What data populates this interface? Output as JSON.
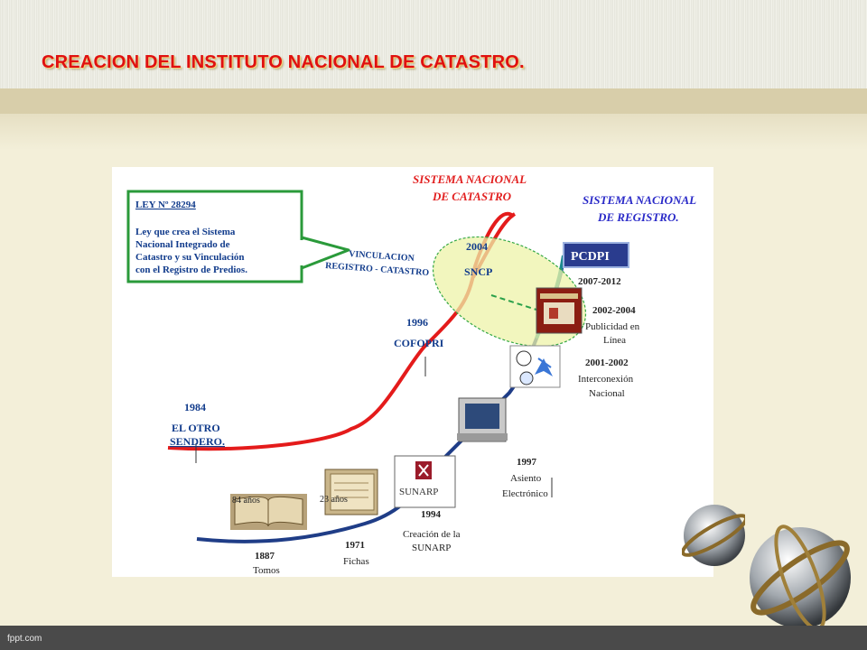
{
  "slide": {
    "title": "CREACION DEL INSTITUTO NACIONAL DE CATASTRO.",
    "footer": "fppt.com"
  },
  "diagram": {
    "heading_catastro": [
      "SISTEMA NACIONAL",
      "DE CATASTRO"
    ],
    "heading_registro": [
      "SISTEMA NACIONAL",
      "DE  REGISTRO."
    ],
    "law_box": {
      "title": "LEY Nº 28294",
      "lines": [
        "Ley  que  crea  el  Sistema",
        "Nacional    Integrado   de",
        "Catastro  y  su  Vinculación",
        "con el Registro de Predios."
      ]
    },
    "vinculacion": [
      "VINCULACION",
      "REGISTRO  - CATASTRO"
    ],
    "catastro_events": [
      {
        "year": "1984",
        "label": [
          "EL  OTRO",
          "SENDERO."
        ]
      },
      {
        "year": "1996",
        "label": [
          "COFOPRI"
        ]
      },
      {
        "year": "2004",
        "label": [
          "SNCP"
        ]
      }
    ],
    "registro_events": [
      {
        "year": "1887",
        "label": [
          "Tomos"
        ]
      },
      {
        "year": "1971",
        "label": [
          "Fichas"
        ]
      },
      {
        "year": "1994",
        "label": [
          "Creación de la",
          "SUNARP"
        ]
      },
      {
        "year": "1997",
        "label": [
          "Asiento",
          "Electrónico"
        ]
      },
      {
        "year": "2001-2002",
        "label": [
          "Interconexión",
          "Nacional"
        ]
      },
      {
        "year": "2002-2004",
        "label": [
          "Publicidad en",
          "Línea"
        ]
      },
      {
        "year": "2007-2012",
        "label": []
      }
    ],
    "durations": [
      "84 años",
      "23 años"
    ],
    "pcdpi": "PCDPI",
    "sunarp_logo": "SUNARP",
    "colors": {
      "catastro_line": "#e41b1b",
      "registro_line": "#1f3d87",
      "registro_line_end": "#1d8a8f",
      "law_box_border": "#2a9a3a",
      "heading_red": "#e22020",
      "heading_blue": "#2a2ac8",
      "ellipse_fill": "#eef3a8",
      "ellipse_stroke": "#35a845"
    }
  }
}
